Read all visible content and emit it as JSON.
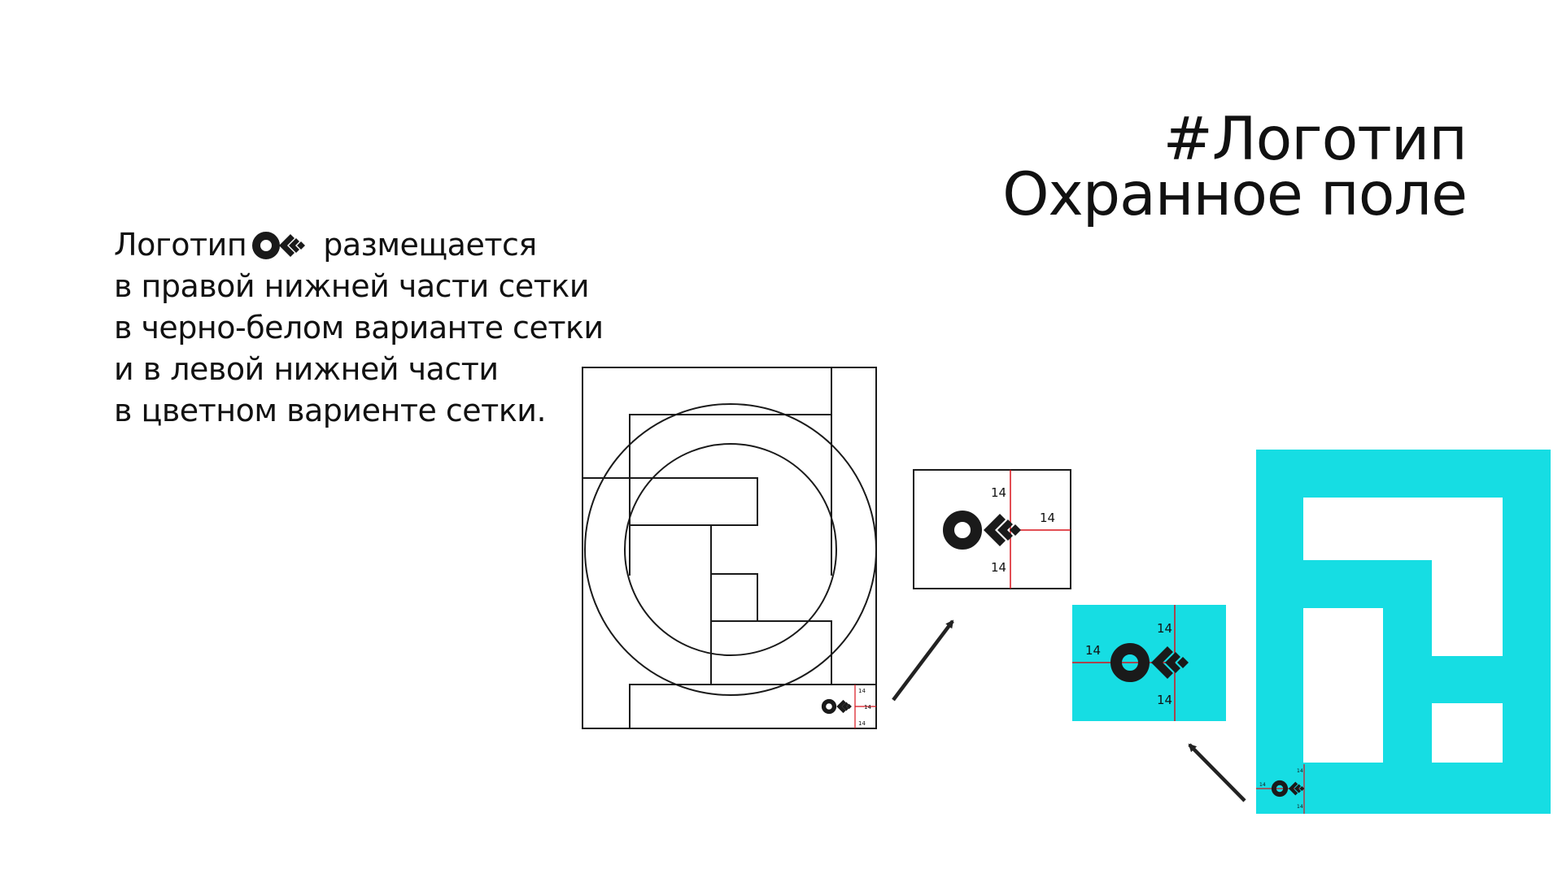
{
  "title": {
    "line1": "#Логотип",
    "line2": "Охранное поле"
  },
  "description": {
    "line1_before": "Логотип",
    "line1_after": "размещается",
    "line2": "в правой нижней части сетки",
    "line3": "в черно-белом варианте сетки",
    "line4": "и в левой нижней части",
    "line5": "в цветном вариенте сетки."
  },
  "margin_label": "14",
  "colors": {
    "accent": "#16DDE3",
    "ink": "#1A1A1A",
    "guide": "#D8131C"
  },
  "icons": [
    "ok-logo-icon",
    "arrow-icon"
  ]
}
